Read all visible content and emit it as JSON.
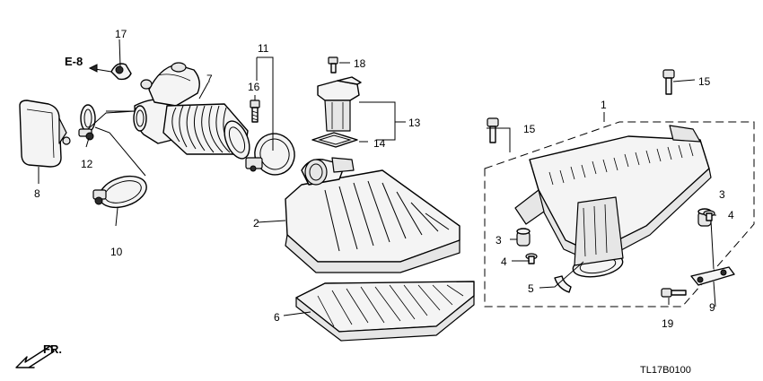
{
  "diagram": {
    "callouts": {
      "p1": "1",
      "p2": "2",
      "p3a": "3",
      "p3b": "3",
      "p4a": "4",
      "p4b": "4",
      "p5": "5",
      "p6": "6",
      "p7": "7",
      "p8": "8",
      "p9": "9",
      "p10": "10",
      "p11": "11",
      "p12": "12",
      "p13": "13",
      "p14": "14",
      "p15a": "15",
      "p15b": "15",
      "p16": "16",
      "p17": "17",
      "p18": "18",
      "p19": "19"
    },
    "ref_label": "E-8",
    "direction_label": "FR.",
    "diagram_code": "TL17B0100"
  }
}
